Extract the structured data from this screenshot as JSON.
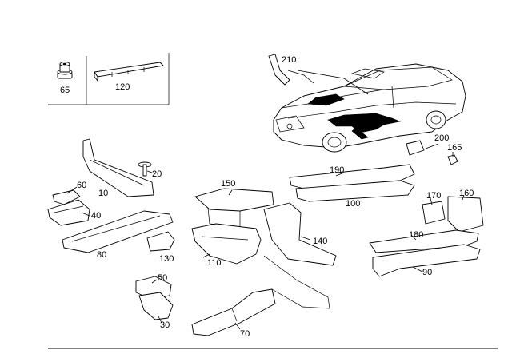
{
  "diagram": {
    "callouts": {
      "c65": "65",
      "c120": "120",
      "c210": "210",
      "c200": "200",
      "c165": "165",
      "c20": "20",
      "c60": "60",
      "c10": "10",
      "c40": "40",
      "c80": "80",
      "c130": "130",
      "c150": "150",
      "c190": "190",
      "c100": "100",
      "c170": "170",
      "c160": "160",
      "c110": "110",
      "c140": "140",
      "c180": "180",
      "c90": "90",
      "c50": "50",
      "c30": "30",
      "c70": "70"
    }
  }
}
